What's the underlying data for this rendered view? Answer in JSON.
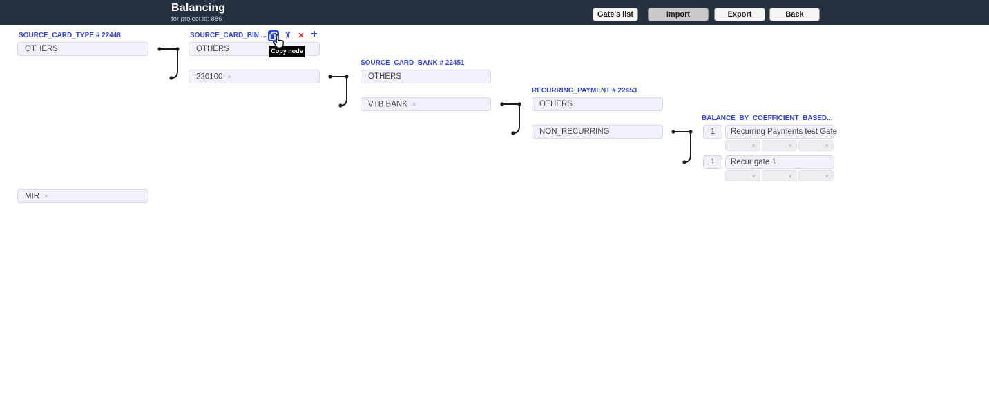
{
  "topbar": {
    "title": "Balancing",
    "subtitle": "for project id: 886",
    "buttons": {
      "gates_list": "Gate's list",
      "import": "Import",
      "export": "Export",
      "back": "Back"
    }
  },
  "node_toolbar": {
    "tooltip": "Copy node",
    "icons": {
      "copy": "copy-icon",
      "cut_glyph": "✂",
      "delete_glyph": "✕",
      "add_glyph": "+"
    }
  },
  "chip_remove_glyph": "×",
  "nodes": {
    "source_card_type": {
      "title": "SOURCE_CARD_TYPE # 22448",
      "value_others": "OTHERS",
      "chip_mir": "MIR"
    },
    "source_card_bin": {
      "title": "SOURCE_CARD_BIN ...",
      "value_others": "OTHERS",
      "chip_bin": "220100"
    },
    "source_card_bank": {
      "title": "SOURCE_CARD_BANK # 22451",
      "value_others": "OTHERS",
      "chip_bank": "VTB BANK"
    },
    "recurring_payment": {
      "title": "RECURRING_PAYMENT # 22453",
      "value_others": "OTHERS",
      "value_non_recurring": "NON_RECURRING"
    },
    "balance_by_coefficient": {
      "title": "BALANCE_BY_COEFFICIENT_BASED...",
      "gates": [
        {
          "coefficient": "1",
          "name": "Recurring Payments test Gate"
        },
        {
          "coefficient": "1",
          "name": "Recur gate 1"
        }
      ]
    }
  },
  "colors": {
    "topbar_bg": "#263140",
    "node_title_blue": "#3545d2",
    "icon_blue": "#2547e0",
    "icon_red": "#dc1f2e",
    "box_bg": "#f0f1fa",
    "connector": "#1b1b1b"
  }
}
